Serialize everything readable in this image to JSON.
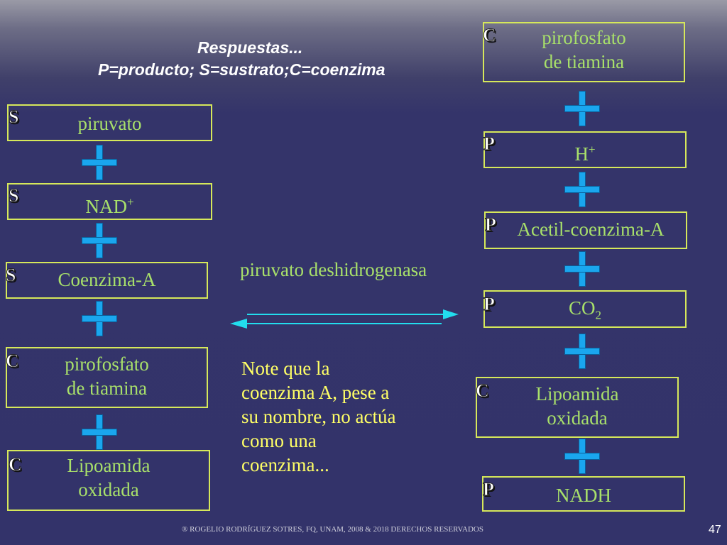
{
  "header": {
    "line1": "Respuestas...",
    "line2": "P=producto; S=sustrato;C=coenzima"
  },
  "left_items": [
    {
      "role": "S",
      "text": "piruvato"
    },
    {
      "role": "S",
      "text": "NAD",
      "sup": "+"
    },
    {
      "role": "S",
      "text": "Coenzima-A"
    },
    {
      "role": "C",
      "text": "pirofosfato\nde tiamina"
    },
    {
      "role": "C",
      "text": "Lipoamida\noxidada"
    }
  ],
  "right_items": [
    {
      "role": "C",
      "text": "pirofosfato\nde tiamina"
    },
    {
      "role": "P",
      "text": "H",
      "sup": "+"
    },
    {
      "role": "P",
      "text": "Acetil-coenzima-A"
    },
    {
      "role": "P",
      "text": "CO",
      "sub": "2"
    },
    {
      "role": "C",
      "text": "Lipoamida\noxidada"
    },
    {
      "role": "P",
      "text": "NADH"
    }
  ],
  "enzyme": "piruvato deshidrogenasa",
  "note": "Note que la\ncoenzima A, pese a\nsu nombre, no actúa\ncomo una\ncoenzima...",
  "footer": "® ROGELIO RODRÍGUEZ SOTRES, FQ, UNAM, 2008 &  2018 DERECHOS RESERVADOS",
  "page_number": "47",
  "colors": {
    "box_border": "#d6e85a",
    "box_text": "#a8e06a",
    "plus": "#1aa6ee",
    "arrow": "#22ddee",
    "note_text": "#ffff66"
  },
  "icons": [
    "plus-icon",
    "equilibrium-arrow-icon"
  ]
}
